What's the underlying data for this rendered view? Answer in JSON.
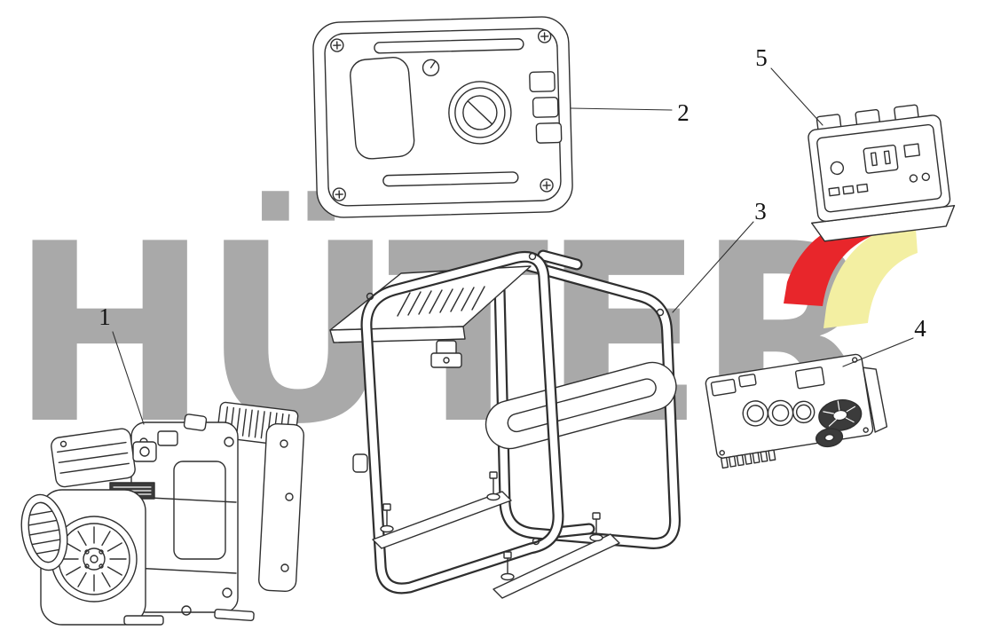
{
  "watermark": {
    "text": "HÜTER",
    "color": "#a9a9a9"
  },
  "brand": {
    "swoosh_red": "#e8262b",
    "swoosh_yellow": "#f3efa2"
  },
  "drawing": {
    "line_color": "#2f2f2f",
    "background": "#ffffff"
  },
  "callouts": [
    {
      "number": "1",
      "part": "engine-generator-assembly"
    },
    {
      "number": "2",
      "part": "fuel-tank"
    },
    {
      "number": "3",
      "part": "frame"
    },
    {
      "number": "4",
      "part": "inverter-board"
    },
    {
      "number": "5",
      "part": "control-panel"
    }
  ]
}
